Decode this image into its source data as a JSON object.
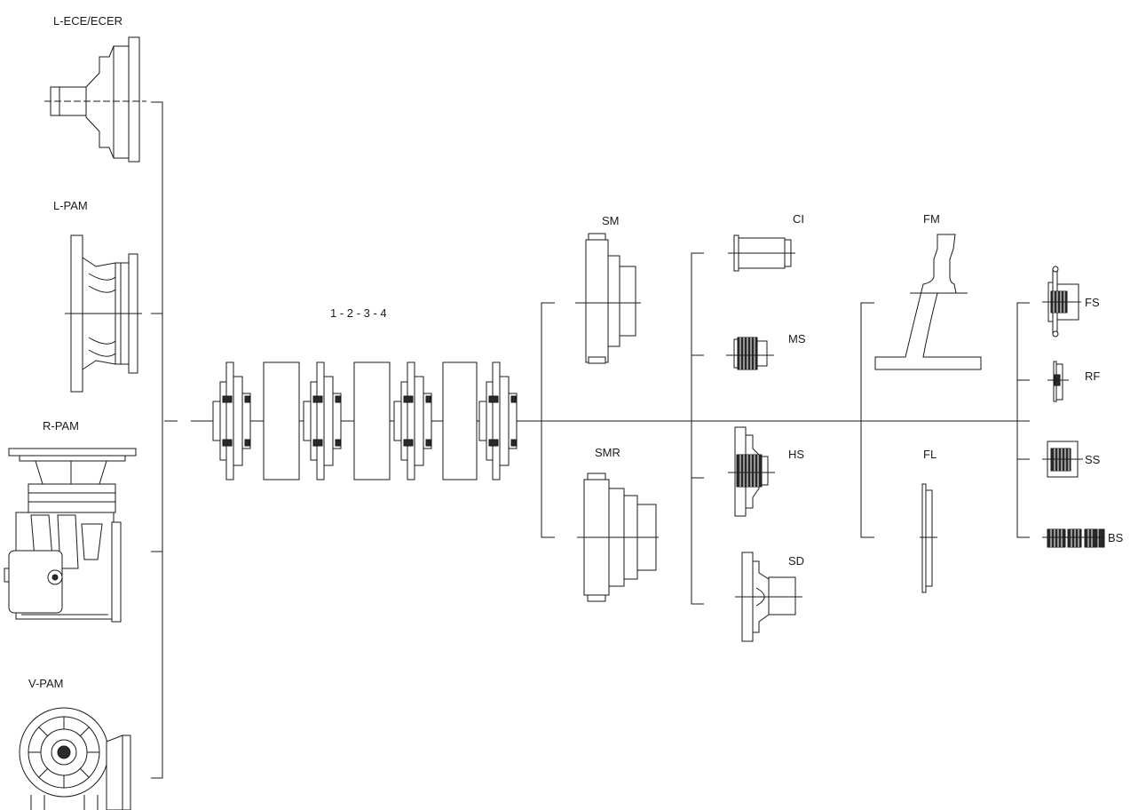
{
  "labels": {
    "l_ece_ecer": "L-ECE/ECER",
    "l_pam": "L-PAM",
    "r_pam": "R-PAM",
    "v_pam": "V-PAM",
    "stages": "1 - 2 - 3 - 4",
    "sm": "SM",
    "smr": "SMR",
    "ci": "CI",
    "ms": "MS",
    "hs": "HS",
    "sd": "SD",
    "fm": "FM",
    "fl": "FL",
    "fs": "FS",
    "rf": "RF",
    "ss": "SS",
    "bs": "BS"
  },
  "colors": {
    "stroke": "#1a1a1a",
    "dark_fill": "#2a2a2a",
    "background": "#ffffff"
  }
}
